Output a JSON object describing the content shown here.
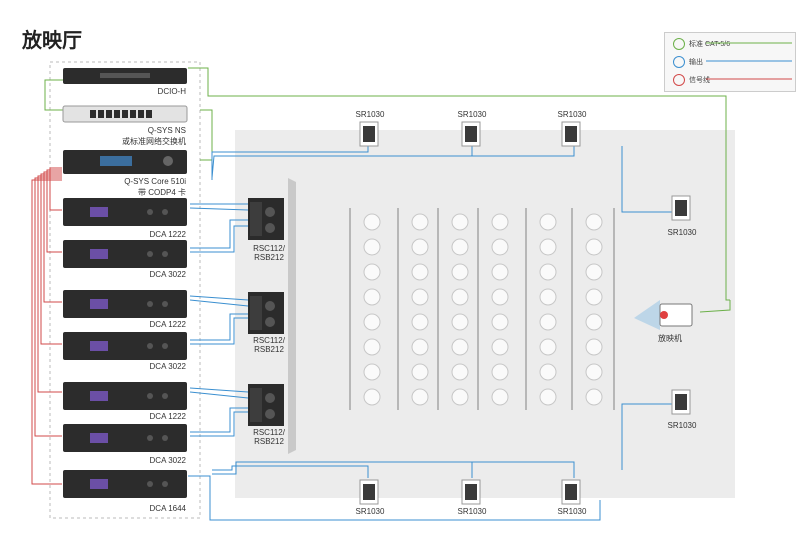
{
  "title": "放映厅",
  "legend": {
    "items": [
      {
        "label": "标准 CAT-5/6",
        "color": "#6cb04a"
      },
      {
        "label": "输出",
        "color": "#3b8fd0"
      },
      {
        "label": "信号线",
        "color": "#d24a4a"
      }
    ]
  },
  "rack": {
    "dcio": "DCIO-H",
    "ns_line1": "Q-SYS NS",
    "ns_line2": "或标准网络交换机",
    "core_line1": "Q-SYS Core 510i",
    "core_line2": "带 CODP4 卡",
    "amps": [
      "DCA 1222",
      "DCA 3022",
      "DCA 1222",
      "DCA 3022",
      "DCA 1222",
      "DCA 3022",
      "DCA 1644"
    ]
  },
  "screen_speakers": [
    "RSC112/ RSB212",
    "RSC112/ RSB212",
    "RSC112/ RSB212"
  ],
  "surround": {
    "top": [
      "SR1030",
      "SR1030",
      "SR1030"
    ],
    "right": [
      "SR1030",
      "SR1030"
    ],
    "bottom": [
      "SR1030",
      "SR1030",
      "SR1030"
    ]
  },
  "projector": "放映机",
  "seating": {
    "columns": 6,
    "rows": 8
  }
}
